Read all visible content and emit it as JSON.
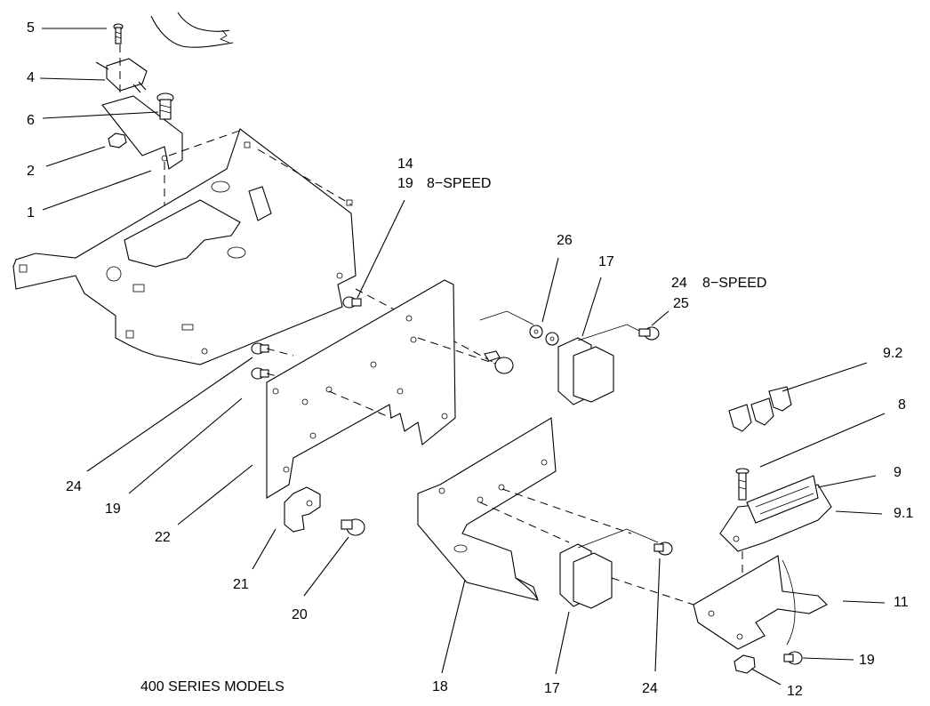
{
  "caption": "400 SERIES MODELS",
  "callouts": {
    "c5": "5",
    "c4": "4",
    "c6": "6",
    "c2": "2",
    "c1": "1",
    "c14": "14",
    "c19_8speed_a": "19",
    "c8speed_a": "8−SPEED",
    "c26": "26",
    "c17_top": "17",
    "c24_8speed": "24",
    "c8speed_b": "8−SPEED",
    "c25": "25",
    "c9_2": "9.2",
    "c8": "8",
    "c9": "9",
    "c9_1": "9.1",
    "c24_left": "24",
    "c19_left": "19",
    "c22": "22",
    "c21": "21",
    "c20": "20",
    "c18": "18",
    "c17_bottom": "17",
    "c24_bottom": "24",
    "c11": "11",
    "c19_right": "19",
    "c12": "12"
  }
}
